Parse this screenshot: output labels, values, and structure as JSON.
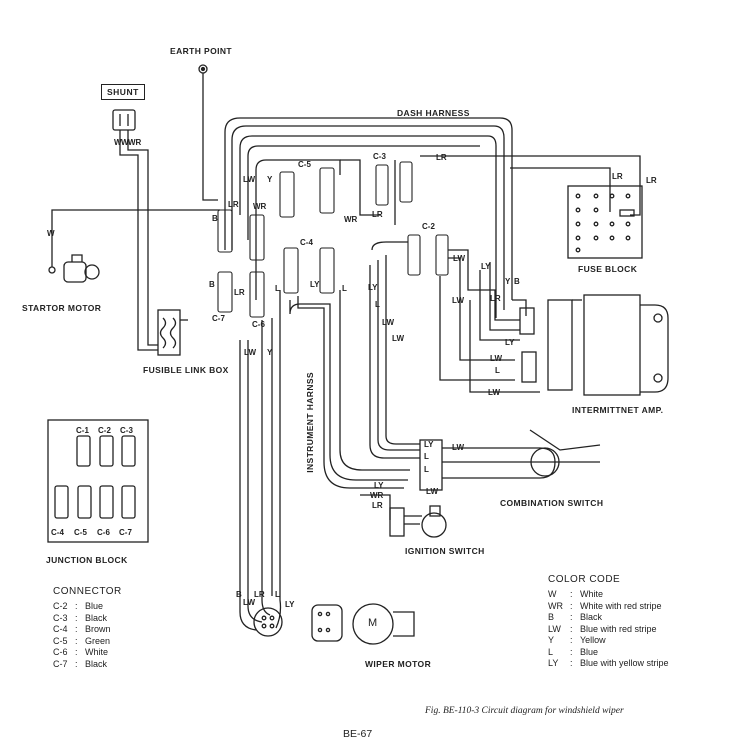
{
  "labels": {
    "earth_point": "EARTH POINT",
    "shunt": "SHUNT",
    "dash_harness": "DASH HARNESS",
    "starter_motor": "STARTOR MOTOR",
    "fusible_link_box": "FUSIBLE LINK BOX",
    "fuse_block": "FUSE BLOCK",
    "intermittent_amp": "INTERMITTNET AMP.",
    "instrument_harness": "INSTRUMENT HARNSS",
    "combination_switch": "COMBINATION SWITCH",
    "ignition_switch": "IGNITION SWITCH",
    "wiper_motor": "WIPER MOTOR",
    "junction_block": "JUNCTION BLOCK",
    "motor_symbol": "M"
  },
  "connector_tags": {
    "c2": "C-2",
    "c3": "C-3",
    "c4": "C-4",
    "c5": "C-5",
    "c6": "C-6",
    "c7": "C-7"
  },
  "junction_block_labels": {
    "top": [
      "C-1",
      "C-2",
      "C-3"
    ],
    "bottom": [
      "C-4",
      "C-5",
      "C-6",
      "C-7"
    ]
  },
  "wire_codes": {
    "w": "W",
    "wr": "WR",
    "b": "B",
    "lw": "LW",
    "y": "Y",
    "l": "L",
    "ly": "LY",
    "lr": "LR"
  },
  "connector_legend": {
    "title": "CONNECTOR",
    "items": [
      {
        "code": "C-2",
        "sep": ":",
        "desc": "Blue"
      },
      {
        "code": "C-3",
        "sep": ":",
        "desc": "Black"
      },
      {
        "code": "C-4",
        "sep": ":",
        "desc": "Brown"
      },
      {
        "code": "C-5",
        "sep": ":",
        "desc": "Green"
      },
      {
        "code": "C-6",
        "sep": ":",
        "desc": "White"
      },
      {
        "code": "C-7",
        "sep": ":",
        "desc": "Black"
      }
    ]
  },
  "color_code": {
    "title": "COLOR CODE",
    "items": [
      {
        "code": "W",
        "sep": ":",
        "desc": "White"
      },
      {
        "code": "WR",
        "sep": ":",
        "desc": "White with red stripe"
      },
      {
        "code": "B",
        "sep": ":",
        "desc": "Black"
      },
      {
        "code": "LW",
        "sep": ":",
        "desc": "Blue with red stripe"
      },
      {
        "code": "Y",
        "sep": ":",
        "desc": "Yellow"
      },
      {
        "code": "L",
        "sep": ":",
        "desc": "Blue"
      },
      {
        "code": "LY",
        "sep": ":",
        "desc": "Blue with yellow stripe"
      }
    ]
  },
  "caption": "Fig. BE-110-3  Circuit diagram for windshield wiper",
  "page_number": "BE-67"
}
